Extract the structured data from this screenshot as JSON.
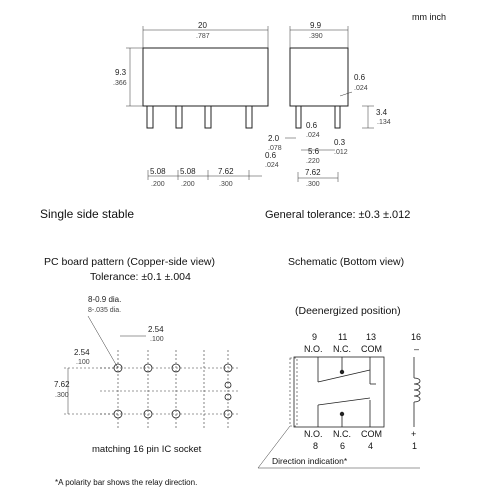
{
  "units": "mm inch",
  "dims": {
    "length_mm": "20",
    "length_in": ".787",
    "height_mm": "9.3",
    "height_in": ".366",
    "width_mm": "9.9",
    "width_in": ".390",
    "pin_thick_mm": "0.6",
    "pin_thick_in": ".024",
    "pin_len_mm": "3.4",
    "pin_len_in": ".134",
    "pin_w_mm": "0.6",
    "pin_w_in": ".024",
    "offset_mm": "2.0",
    "offset_in": ".078",
    "small_mm": "0.3",
    "small_in": ".012",
    "side_mm": "0.6",
    "side_in": ".024",
    "inner_mm": "5.6",
    "inner_in": ".220",
    "pitch1_mm": "5.08",
    "pitch1_in": ".200",
    "pitch2_mm": "5.08",
    "pitch2_in": ".200",
    "pitch3_mm": "7.62",
    "pitch3_in": ".300",
    "row_mm": "7.62",
    "row_in": ".300"
  },
  "labels": {
    "single_side": "Single side stable",
    "general_tol": "General tolerance: ±0.3 ±.012",
    "pcb_title": "PC board pattern (Copper-side view)",
    "pcb_tol": "Tolerance: ±0.1 ±.004",
    "schematic_title": "Schematic (Bottom view)",
    "deenergized": "(Deenergized position)",
    "hole_dia_mm": "8-0.9 dia.",
    "hole_dia_in": "8-.035 dia.",
    "pcb_pitch_mm": "2.54",
    "pcb_pitch_in": ".100",
    "pcb_left_mm": "2.54",
    "pcb_left_in": ".100",
    "pcb_row_mm": "7.62",
    "pcb_row_in": ".300",
    "socket": "matching 16 pin IC socket",
    "direction": "Direction indication*",
    "footnote": "*A polarity bar shows the relay direction."
  },
  "schematic": {
    "top_pins": [
      "9",
      "11",
      "13",
      "16"
    ],
    "top_labels": [
      "N.O.",
      "N.C.",
      "COM",
      "–"
    ],
    "bottom_pins": [
      "8",
      "6",
      "4",
      "1"
    ],
    "bottom_labels": [
      "N.O.",
      "N.C.",
      "COM",
      "+"
    ]
  }
}
